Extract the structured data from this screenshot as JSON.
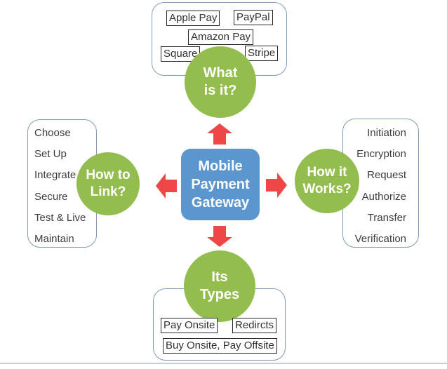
{
  "center_node": {
    "line1": "Mobile",
    "line2": "Payment",
    "line3": "Gateway"
  },
  "circles": {
    "what": {
      "line1": "What",
      "line2": "is it?"
    },
    "link": {
      "line1": "How to",
      "line2": "Link?"
    },
    "works": {
      "line1": "How it",
      "line2": "Works?"
    },
    "types": {
      "line1": "Its",
      "line2": "Types"
    }
  },
  "what_panel": {
    "apple_pay": "Apple Pay",
    "paypal": "PayPal",
    "amazon_pay": "Amazon Pay",
    "square": "Square",
    "stripe": "Stripe"
  },
  "link_panel": {
    "items": [
      "Choose",
      "Set Up",
      "Integrate",
      "Secure",
      "Test & Live",
      "Maintain"
    ]
  },
  "works_panel": {
    "items": [
      "Initiation",
      "Encryption",
      "Request",
      "Authorize",
      "Transfer",
      "Verification"
    ]
  },
  "types_panel": {
    "pay_onsite": "Pay Onsite",
    "redirects": "Redircts",
    "buy_onsite_pay_offsite": "Buy Onsite, Pay Offsite"
  },
  "colors": {
    "circle_green": "#94BD4F",
    "center_blue": "#5B97CE",
    "arrow_red": "#EF4747",
    "panel_border": "#7F9BB8",
    "tag_border": "#2A2A2A",
    "rule_gray": "#C9CED3"
  }
}
